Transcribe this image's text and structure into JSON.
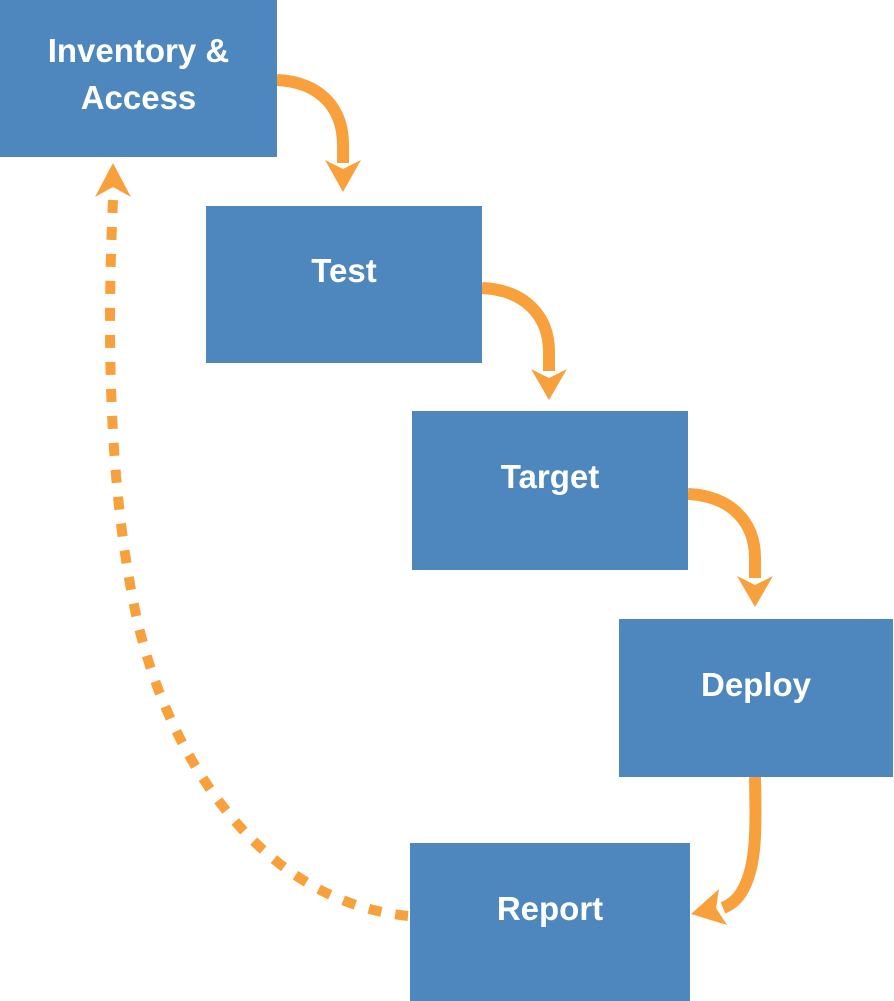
{
  "diagram": {
    "type": "flowchart",
    "nodes": [
      {
        "id": "inventory-access",
        "label": "Inventory & Access"
      },
      {
        "id": "test",
        "label": "Test"
      },
      {
        "id": "target",
        "label": "Target"
      },
      {
        "id": "deploy",
        "label": "Deploy"
      },
      {
        "id": "report",
        "label": "Report"
      }
    ],
    "edges": [
      {
        "from": "inventory-access",
        "to": "test",
        "style": "solid"
      },
      {
        "from": "test",
        "to": "target",
        "style": "solid"
      },
      {
        "from": "target",
        "to": "deploy",
        "style": "solid"
      },
      {
        "from": "deploy",
        "to": "report",
        "style": "solid"
      },
      {
        "from": "report",
        "to": "inventory-access",
        "style": "dashed"
      }
    ],
    "colors": {
      "node_fill": "#4E87BE",
      "node_text": "#FFFFFF",
      "arrow": "#F7A03C",
      "background": "#FFFFFF"
    }
  }
}
